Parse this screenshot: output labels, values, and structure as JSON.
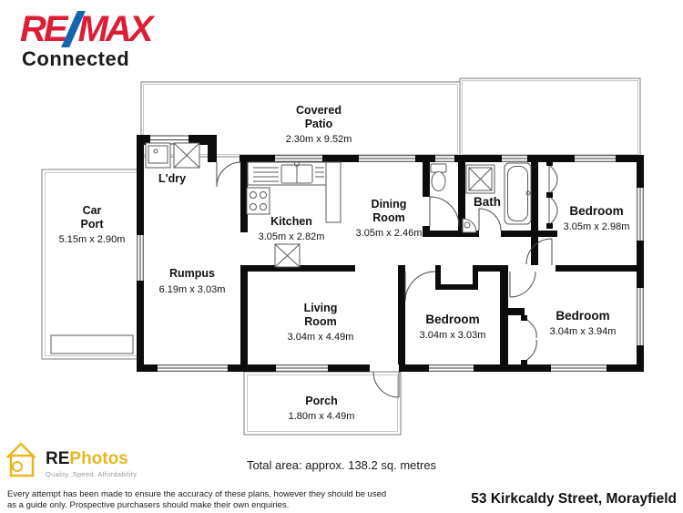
{
  "branding": {
    "remax": {
      "re": "RE",
      "max": "MAX",
      "sub": "Connected",
      "red": "#DC1E35",
      "blue": "#1565AE"
    },
    "rephotos": {
      "re": "RE",
      "photos": "Photos",
      "tagline": "Quality. Speed. Affordability",
      "yellow": "#E8B71F"
    }
  },
  "floorplan": {
    "rooms": {
      "patio": {
        "line1": "Covered",
        "line2": "Patio",
        "dims": "2.30m x 9.52m"
      },
      "laundry": {
        "line1": "L'dry"
      },
      "carport": {
        "line1": "Car",
        "line2": "Port",
        "dims": "5.15m x 2.90m"
      },
      "rumpus": {
        "line1": "Rumpus",
        "dims": "6.19m x 3.03m"
      },
      "kitchen": {
        "line1": "Kitchen",
        "dims": "3.05m x 2.82m"
      },
      "dining": {
        "line1": "Dining",
        "line2": "Room",
        "dims": "3.05m x 2.46m"
      },
      "bath": {
        "line1": "Bath"
      },
      "bedroom_top_right": {
        "line1": "Bedroom",
        "dims": "3.05m x 2.98m"
      },
      "living": {
        "line1": "Living",
        "line2": "Room",
        "dims": "3.04m x 4.49m"
      },
      "bedroom_middle": {
        "line1": "Bedroom",
        "dims": "3.04m x 3.03m"
      },
      "bedroom_bottom_right": {
        "line1": "Bedroom",
        "dims": "3.04m x 3.94m"
      },
      "porch": {
        "line1": "Porch",
        "dims": "1.80m x 4.49m"
      }
    }
  },
  "footer": {
    "total_area": "Total area: approx. 138.2 sq. metres",
    "disclaimer_line1": "Every attempt has been made to ensure the accuracy of these plans, however they should be used",
    "disclaimer_line2": "as a guide only.  Prospective purchasers should make their own enquiries.",
    "address": "53 Kirkcaldy Street, Morayfield"
  }
}
